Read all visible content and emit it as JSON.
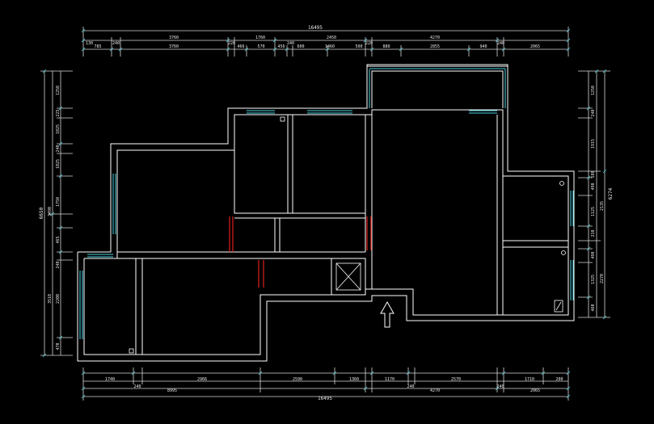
{
  "drawing": {
    "colors": {
      "background": "#000000",
      "walls": "#ffffff",
      "windows": "#4ad0e0",
      "doors": "#e0201a",
      "dimension_lines": "#d8d8d8",
      "dimension_text": "#e8e8e8"
    },
    "top_dimensions": {
      "total": "16495",
      "middle_row": [
        "3760",
        "1760",
        "2450",
        "4270"
      ],
      "detail_row_upper": [
        "130",
        "240",
        "220",
        "240",
        "220",
        "240"
      ],
      "detail_row_lower": [
        "785",
        "3760",
        "466",
        "570",
        "456",
        "600",
        "1460",
        "500",
        "880",
        "2855",
        "940",
        "2065"
      ]
    },
    "bottom_dimensions": {
      "detail_row": [
        "1740",
        "2966",
        "2590",
        "1360",
        "1170",
        "2570",
        "1710",
        "200"
      ],
      "small_row": [
        "240",
        "240",
        "240"
      ],
      "middle_row": [
        "8995",
        "4270",
        "2065"
      ],
      "total": "16495"
    },
    "left_dimensions": {
      "total": "6650",
      "middle": [
        "3490",
        "3510"
      ],
      "detail": [
        "1250",
        "225",
        "1025",
        "240",
        "1025",
        "1750",
        "465",
        "240",
        "2200",
        "470"
      ]
    },
    "right_dimensions": {
      "total": "6274",
      "middle": [
        "2135",
        "2270"
      ],
      "detail": [
        "1250",
        "240",
        "1915",
        "180",
        "490",
        "1125",
        "210",
        "490",
        "1325",
        "460"
      ]
    },
    "symbols": {
      "entrance_arrow": "entrance-arrow-icon",
      "stair_well": "stairwell-cross-icon"
    }
  }
}
